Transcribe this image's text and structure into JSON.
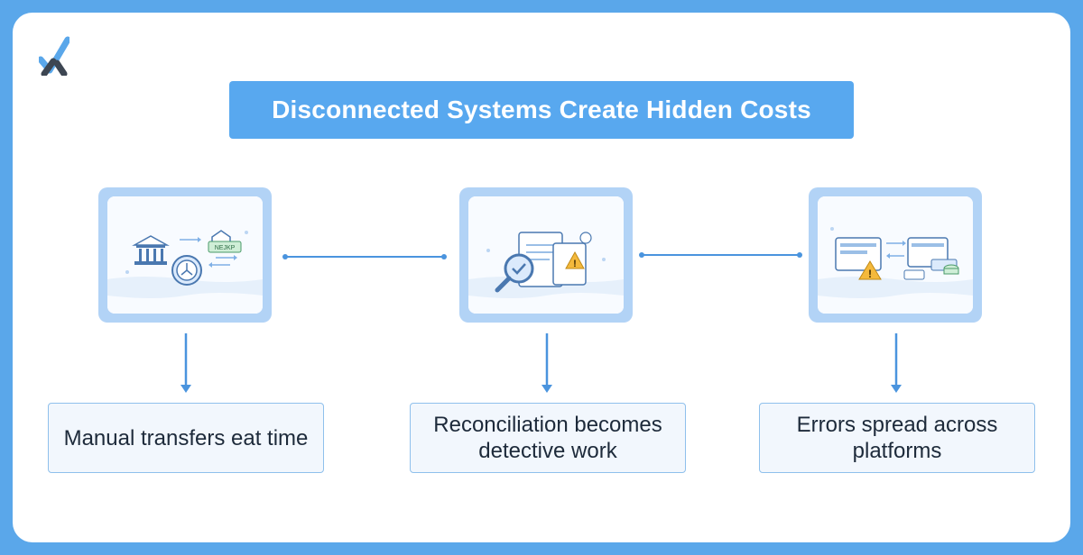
{
  "header": {
    "title": "Disconnected Systems Create Hidden Costs"
  },
  "logo": {
    "icon": "x-checkmark-logo",
    "colors": [
      "#5aa7ea",
      "#3d4652"
    ]
  },
  "steps": [
    {
      "label": "Manual transfers eat time",
      "illustration": "bank-clock-transfer-illustration",
      "badge_text": "NEJKP"
    },
    {
      "label": "Reconciliation becomes detective work",
      "illustration": "magnifier-document-warning-illustration"
    },
    {
      "label": "Errors spread across platforms",
      "illustration": "screens-warning-illustration"
    }
  ],
  "colors": {
    "background": "#5aa7ea",
    "banner": "#58a8ef",
    "frame": "#b2d3f6",
    "connector": "#4a94de",
    "label_border": "#8fc0ec",
    "label_fill": "#f2f7fd",
    "warning": "#f4b93c"
  }
}
